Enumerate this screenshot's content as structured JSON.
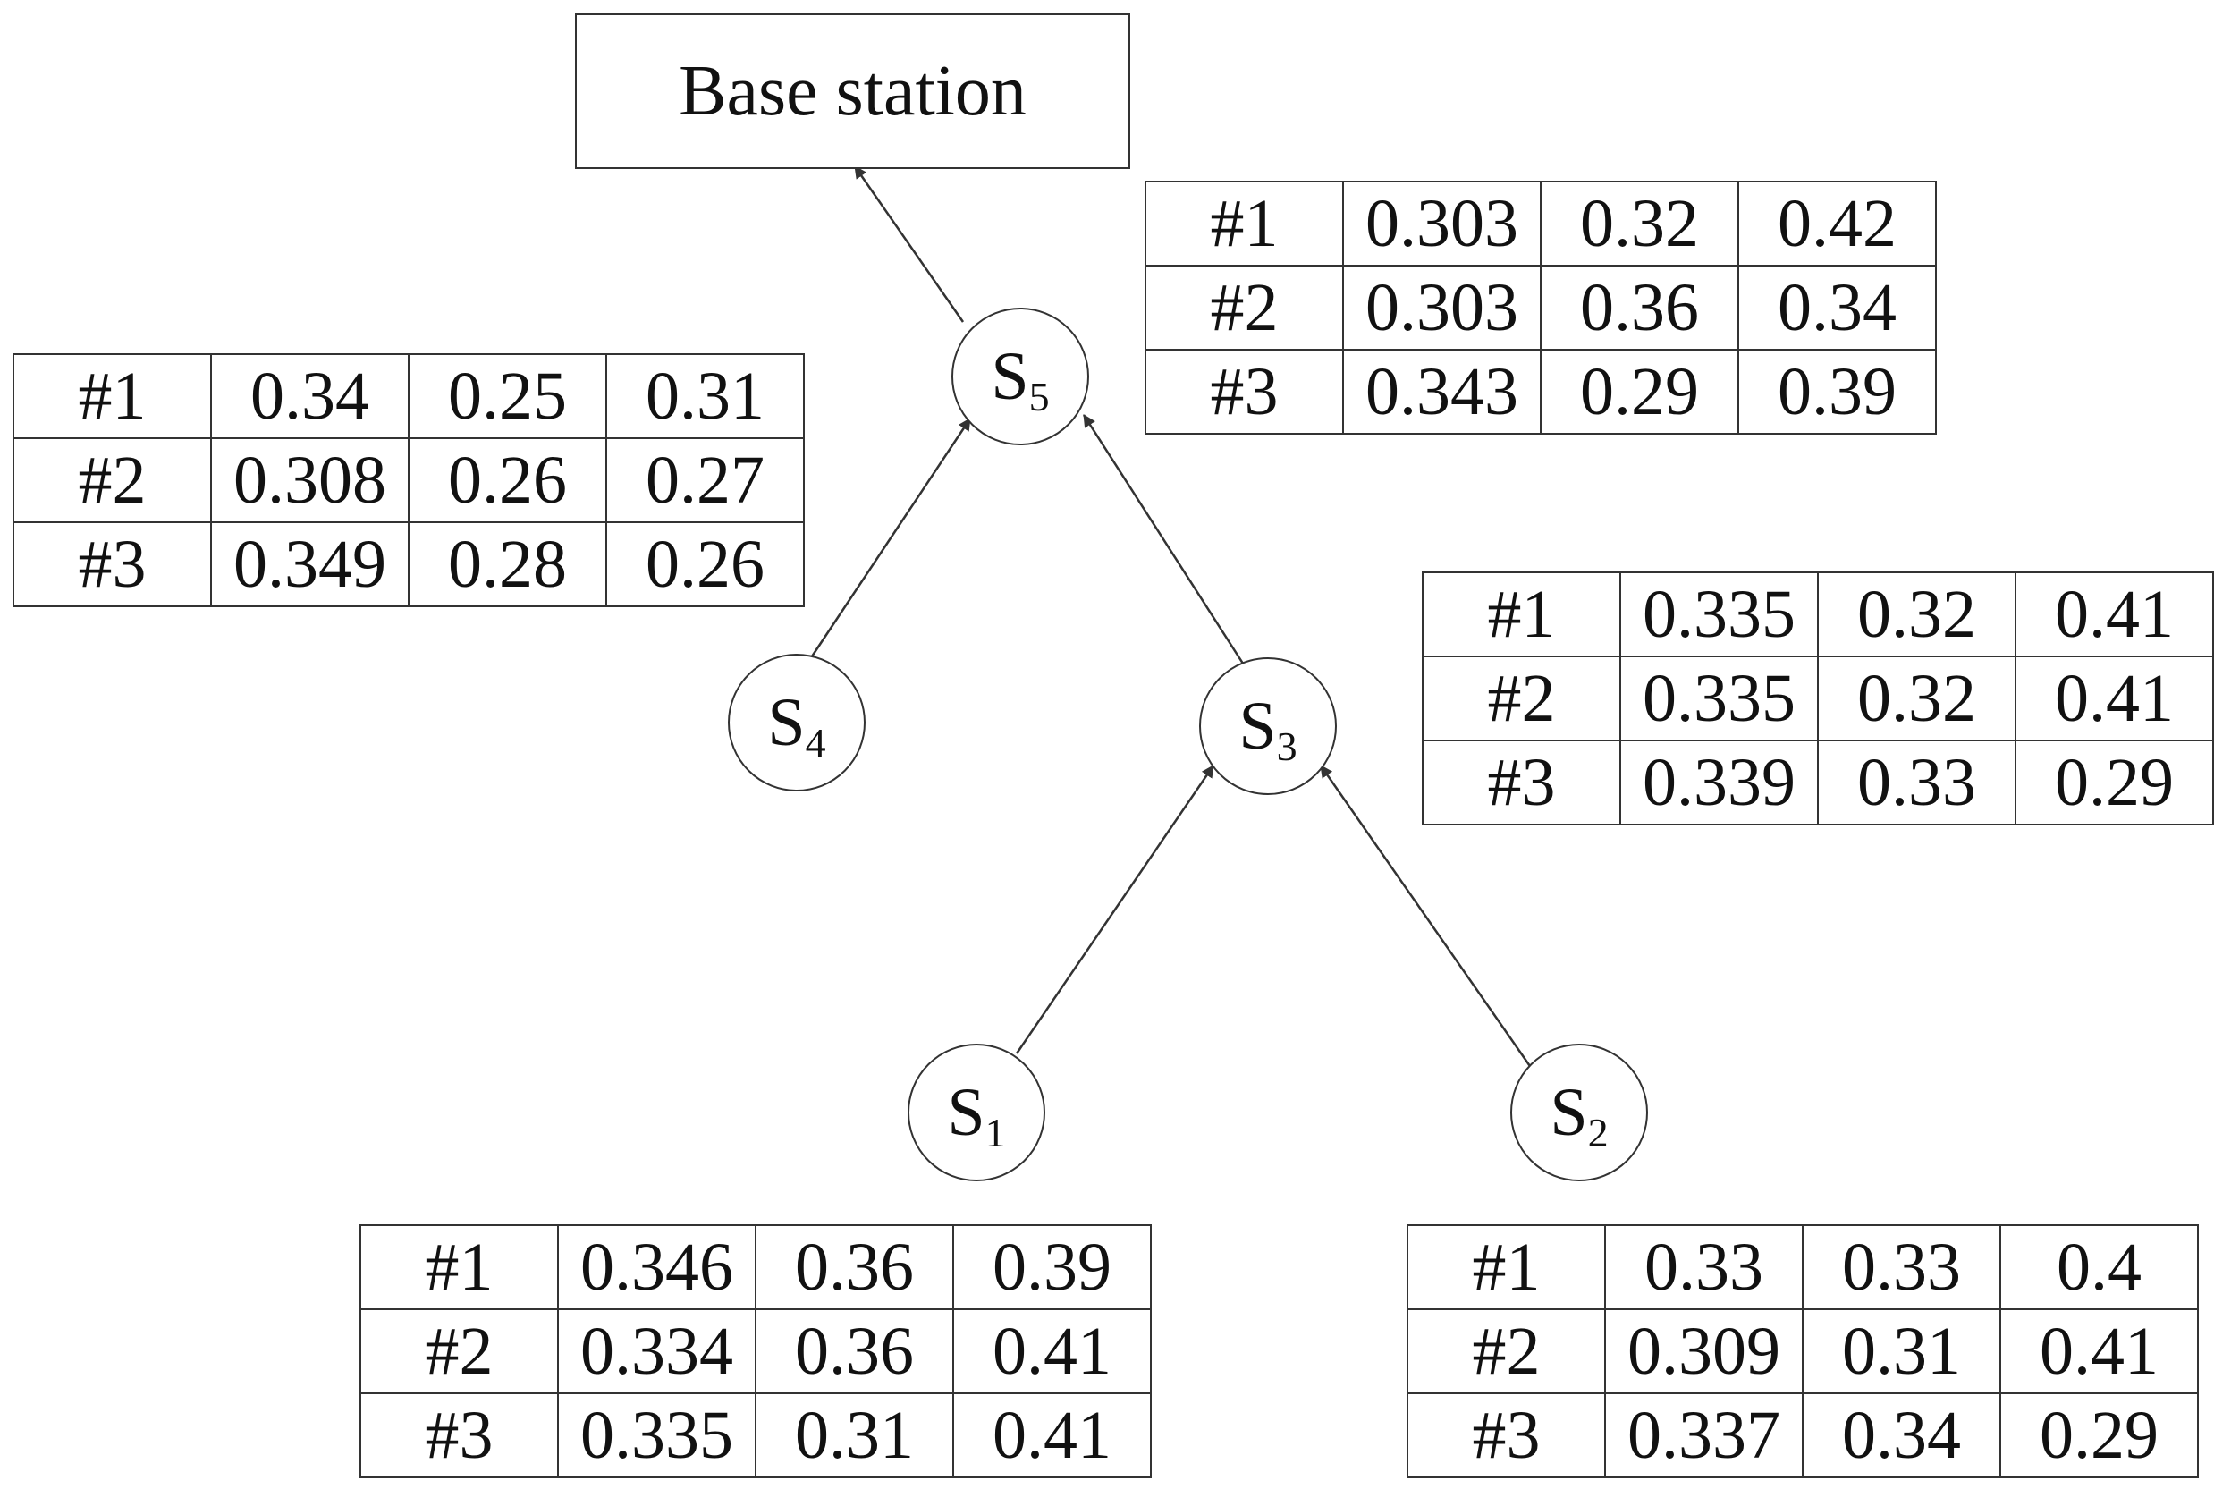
{
  "base_station": {
    "label": "Base station"
  },
  "nodes": {
    "s1": {
      "letter": "S",
      "sub": "1"
    },
    "s2": {
      "letter": "S",
      "sub": "2"
    },
    "s3": {
      "letter": "S",
      "sub": "3"
    },
    "s4": {
      "letter": "S",
      "sub": "4"
    },
    "s5": {
      "letter": "S",
      "sub": "5"
    }
  },
  "tables": {
    "s5": {
      "rows": [
        {
          "id": "#1",
          "v1": "0.303",
          "v2": "0.32",
          "v3": "0.42"
        },
        {
          "id": "#2",
          "v1": "0.303",
          "v2": "0.36",
          "v3": "0.34"
        },
        {
          "id": "#3",
          "v1": "0.343",
          "v2": "0.29",
          "v3": "0.39"
        }
      ]
    },
    "s4": {
      "rows": [
        {
          "id": "#1",
          "v1": "0.34",
          "v2": "0.25",
          "v3": "0.31"
        },
        {
          "id": "#2",
          "v1": "0.308",
          "v2": "0.26",
          "v3": "0.27"
        },
        {
          "id": "#3",
          "v1": "0.349",
          "v2": "0.28",
          "v3": "0.26"
        }
      ]
    },
    "s3": {
      "rows": [
        {
          "id": "#1",
          "v1": "0.335",
          "v2": "0.32",
          "v3": "0.41"
        },
        {
          "id": "#2",
          "v1": "0.335",
          "v2": "0.32",
          "v3": "0.41"
        },
        {
          "id": "#3",
          "v1": "0.339",
          "v2": "0.33",
          "v3": "0.29"
        }
      ]
    },
    "s1": {
      "rows": [
        {
          "id": "#1",
          "v1": "0.346",
          "v2": "0.36",
          "v3": "0.39"
        },
        {
          "id": "#2",
          "v1": "0.334",
          "v2": "0.36",
          "v3": "0.41"
        },
        {
          "id": "#3",
          "v1": "0.335",
          "v2": "0.31",
          "v3": "0.41"
        }
      ]
    },
    "s2": {
      "rows": [
        {
          "id": "#1",
          "v1": "0.33",
          "v2": "0.33",
          "v3": "0.4"
        },
        {
          "id": "#2",
          "v1": "0.309",
          "v2": "0.31",
          "v3": "0.41"
        },
        {
          "id": "#3",
          "v1": "0.337",
          "v2": "0.34",
          "v3": "0.29"
        }
      ]
    }
  },
  "edges": [
    {
      "from": "s1",
      "to": "s3"
    },
    {
      "from": "s2",
      "to": "s3"
    },
    {
      "from": "s3",
      "to": "s5"
    },
    {
      "from": "s4",
      "to": "s5"
    },
    {
      "from": "s5",
      "to": "base_station"
    }
  ],
  "colors": {
    "line": "#333333",
    "text": "#111111",
    "background": "#ffffff"
  }
}
